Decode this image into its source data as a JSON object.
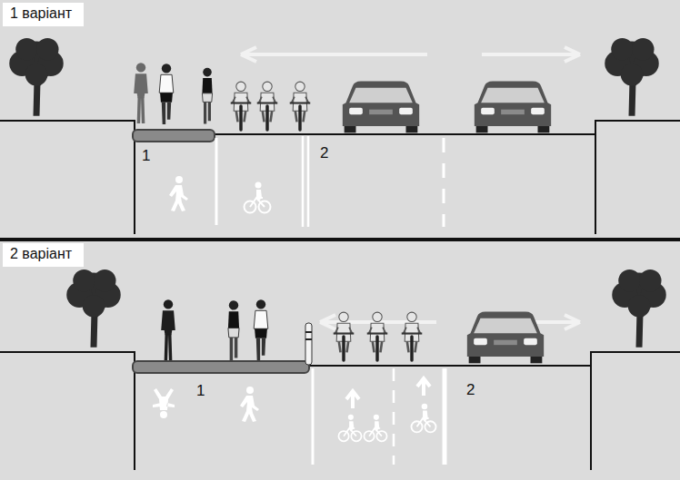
{
  "diagram": {
    "nodes": [
      {
        "text": [
          "1 варіант"
        ]
      },
      {
        "text": [
          "2 варіант"
        ]
      }
    ],
    "labels": [
      "1",
      "2",
      "1",
      "2"
    ]
  }
}
